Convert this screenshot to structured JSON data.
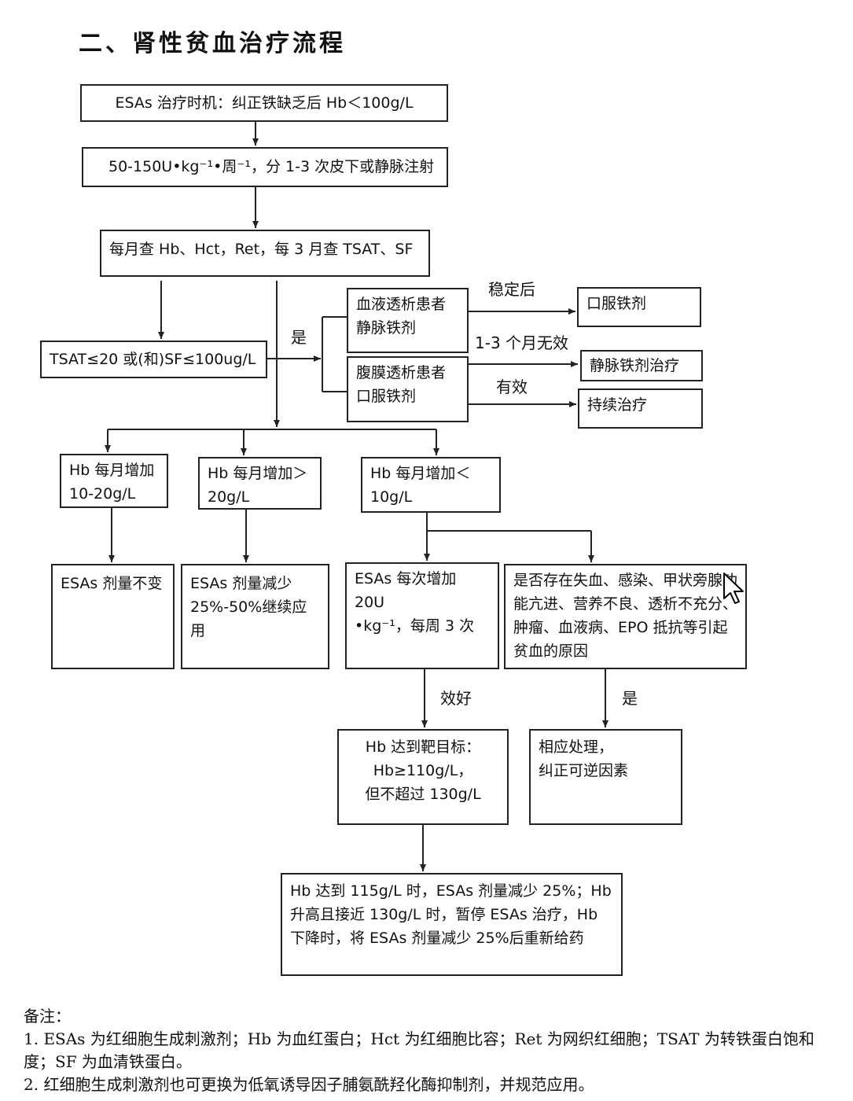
{
  "title": "二、肾性贫血治疗流程",
  "boxes": {
    "timing": "ESAs 治疗时机：纠正铁缺乏后 Hb＜100g/L",
    "dose": "50-150U•kg⁻¹•周⁻¹，分 1-3 次皮下或静脉注射",
    "monitor": "每月查 Hb、Hct，Ret，每 3 月查 TSAT、SF",
    "tsat": "TSAT≤20 或(和)SF≤100ug/L",
    "hemodialysis": "血液透析患者\n静脉铁剂",
    "peritoneal": "腹膜透析患者\n口服铁剂",
    "oral_iron": "口服铁剂",
    "iv_iron_treatment": "静脉铁剂治疗",
    "continue_treatment": "持续治疗",
    "hb_10_20": "Hb 每月增加\n10-20g/L",
    "hb_gt_20": "Hb 每月增加＞\n20g/L",
    "hb_lt_10": "Hb 每月增加＜\n10g/L",
    "esa_unchanged": "ESAs 剂量不变",
    "esa_reduce": "ESAs 剂量减少\n25%-50%继续应用",
    "esa_increase": "ESAs 每次增加 20U\n•kg⁻¹，每周 3 次",
    "causes": "是否存在失血、感染、甲状旁腺功能亢进、营养不良、透析不充分、肿瘤、血液病、EPO 抵抗等引起贫血的原因",
    "target": "Hb 达到靶目标：\nHb≥110g/L，\n但不超过 130g/L",
    "handle": "相应处理，\n纠正可逆因素",
    "final": "Hb 达到 115g/L 时，ESAs 剂量减少 25%；Hb 升高且接近 130g/L 时，暂停 ESAs 治疗，Hb 下降时，将 ESAs 剂量减少 25%后重新给药"
  },
  "labels": {
    "yes1": "是",
    "stable": "稳定后",
    "ineffective": "1-3 个月无效",
    "effective": "有效",
    "good": "效好",
    "yes2": "是"
  },
  "notes": {
    "heading": "备注：",
    "note1": "1. ESAs 为红细胞生成刺激剂；Hb 为血红蛋白；Hct 为红细胞比容；Ret 为网织红细胞；TSAT 为转铁蛋白饱和度；SF 为血清铁蛋白。",
    "note2": "2. 红细胞生成刺激剂也可更换为低氧诱导因子脯氨酰羟化酶抑制剂，并规范应用。"
  },
  "icons": {
    "cursor": "mouse-pointer-icon"
  }
}
